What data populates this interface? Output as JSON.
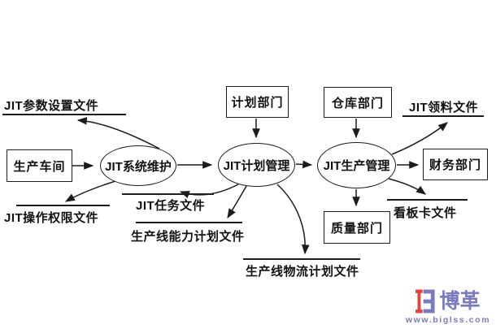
{
  "diagram": {
    "entities": [
      {
        "id": "workshop",
        "label": "生产车间"
      },
      {
        "id": "planning",
        "label": "计划部门"
      },
      {
        "id": "warehouse",
        "label": "仓库部门"
      },
      {
        "id": "finance",
        "label": "财务部门"
      },
      {
        "id": "quality",
        "label": "质量部门"
      }
    ],
    "processes": [
      {
        "id": "maintenance",
        "label": "JIT系统维护"
      },
      {
        "id": "plan_mgmt",
        "label": "JIT计划管理"
      },
      {
        "id": "production_mgmt",
        "label": "JIT生产管理"
      }
    ],
    "datastores": [
      {
        "id": "params",
        "label": "JIT参数设置文件"
      },
      {
        "id": "permissions",
        "label": "JIT操作权限文件"
      },
      {
        "id": "tasks",
        "label": "JIT任务文件"
      },
      {
        "id": "capacity",
        "label": "生产线能力计划文件"
      },
      {
        "id": "logistics",
        "label": "生产线物流计划文件"
      },
      {
        "id": "picking",
        "label": "JIT领料文件"
      },
      {
        "id": "kanban",
        "label": "看板卡文件"
      }
    ],
    "flows": [
      {
        "from": "workshop",
        "to": "maintenance"
      },
      {
        "from": "maintenance",
        "to": "params"
      },
      {
        "from": "maintenance",
        "to": "permissions"
      },
      {
        "from": "maintenance",
        "to": "plan_mgmt"
      },
      {
        "from": "planning",
        "to": "plan_mgmt"
      },
      {
        "from": "plan_mgmt",
        "to": "tasks"
      },
      {
        "from": "plan_mgmt",
        "to": "capacity"
      },
      {
        "from": "plan_mgmt",
        "to": "logistics"
      },
      {
        "from": "plan_mgmt",
        "to": "production_mgmt"
      },
      {
        "from": "warehouse",
        "to": "production_mgmt"
      },
      {
        "from": "production_mgmt",
        "to": "picking"
      },
      {
        "from": "production_mgmt",
        "to": "finance"
      },
      {
        "from": "production_mgmt",
        "to": "kanban"
      },
      {
        "from": "production_mgmt",
        "to": "quality"
      }
    ],
    "colors": {
      "line": "#1c1c1c",
      "background": "#ffffff"
    }
  },
  "watermark": {
    "brand": "博革",
    "url": "www.biglss.com",
    "logo_red": "#e8403e",
    "logo_purple": "#7a7ac2"
  }
}
